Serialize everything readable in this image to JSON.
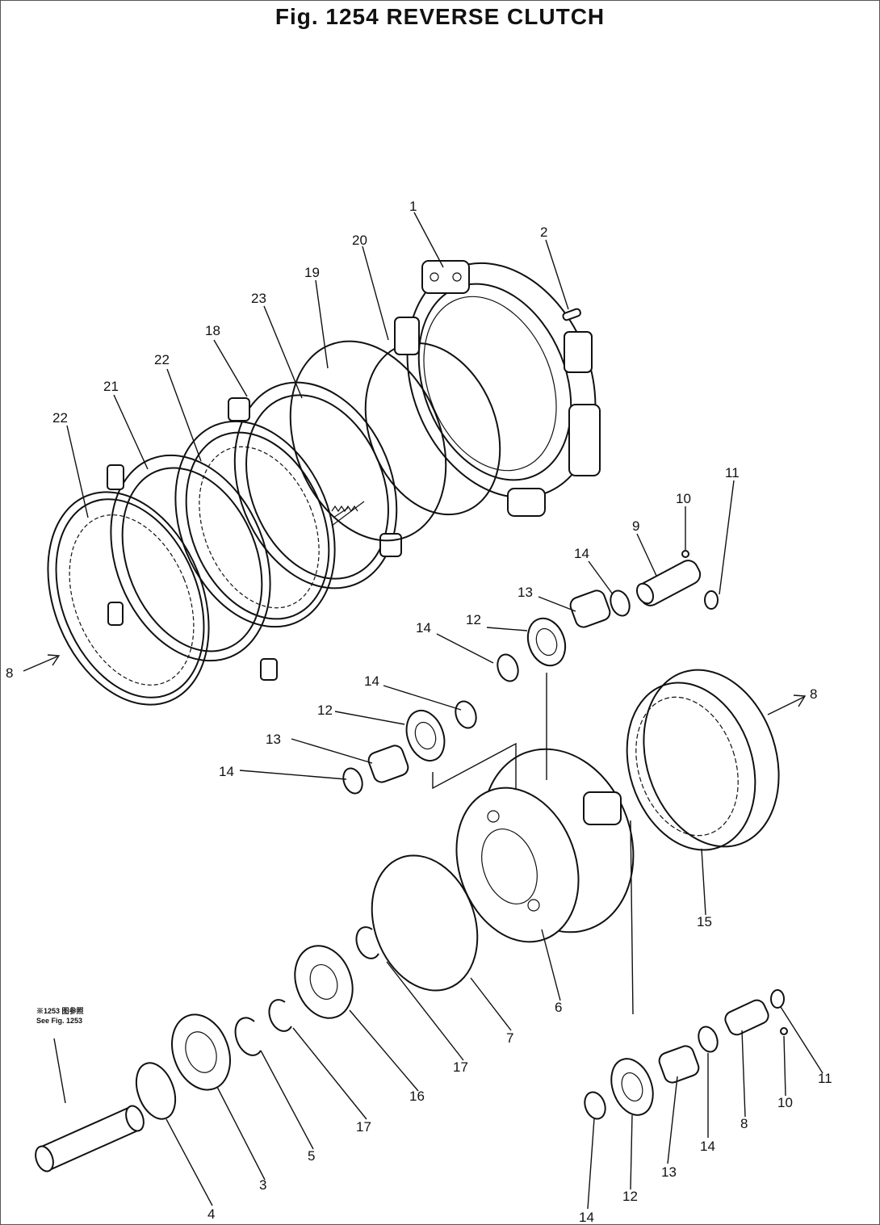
{
  "figure": {
    "title": "Fig. 1254  REVERSE CLUTCH",
    "reference_note_line1": "※1253 图参照",
    "reference_note_line2": "See Fig. 1253"
  },
  "callouts": {
    "c1": "1",
    "c2": "2",
    "c3": "3",
    "c4": "4",
    "c5": "5",
    "c6": "6",
    "c7": "7",
    "c8a": "8",
    "c8b": "8",
    "c8c": "8",
    "c9": "9",
    "c10a": "10",
    "c10b": "10",
    "c11a": "11",
    "c11b": "11",
    "c12a": "12",
    "c12b": "12",
    "c12c": "12",
    "c13a": "13",
    "c13b": "13",
    "c13c": "13",
    "c14a": "14",
    "c14b": "14",
    "c14c": "14",
    "c14d": "14",
    "c14e": "14",
    "c14f": "14",
    "c15": "15",
    "c16": "16",
    "c17a": "17",
    "c17b": "17",
    "c18": "18",
    "c19": "19",
    "c20": "20",
    "c21": "21",
    "c22a": "22",
    "c22b": "22",
    "c23": "23"
  }
}
